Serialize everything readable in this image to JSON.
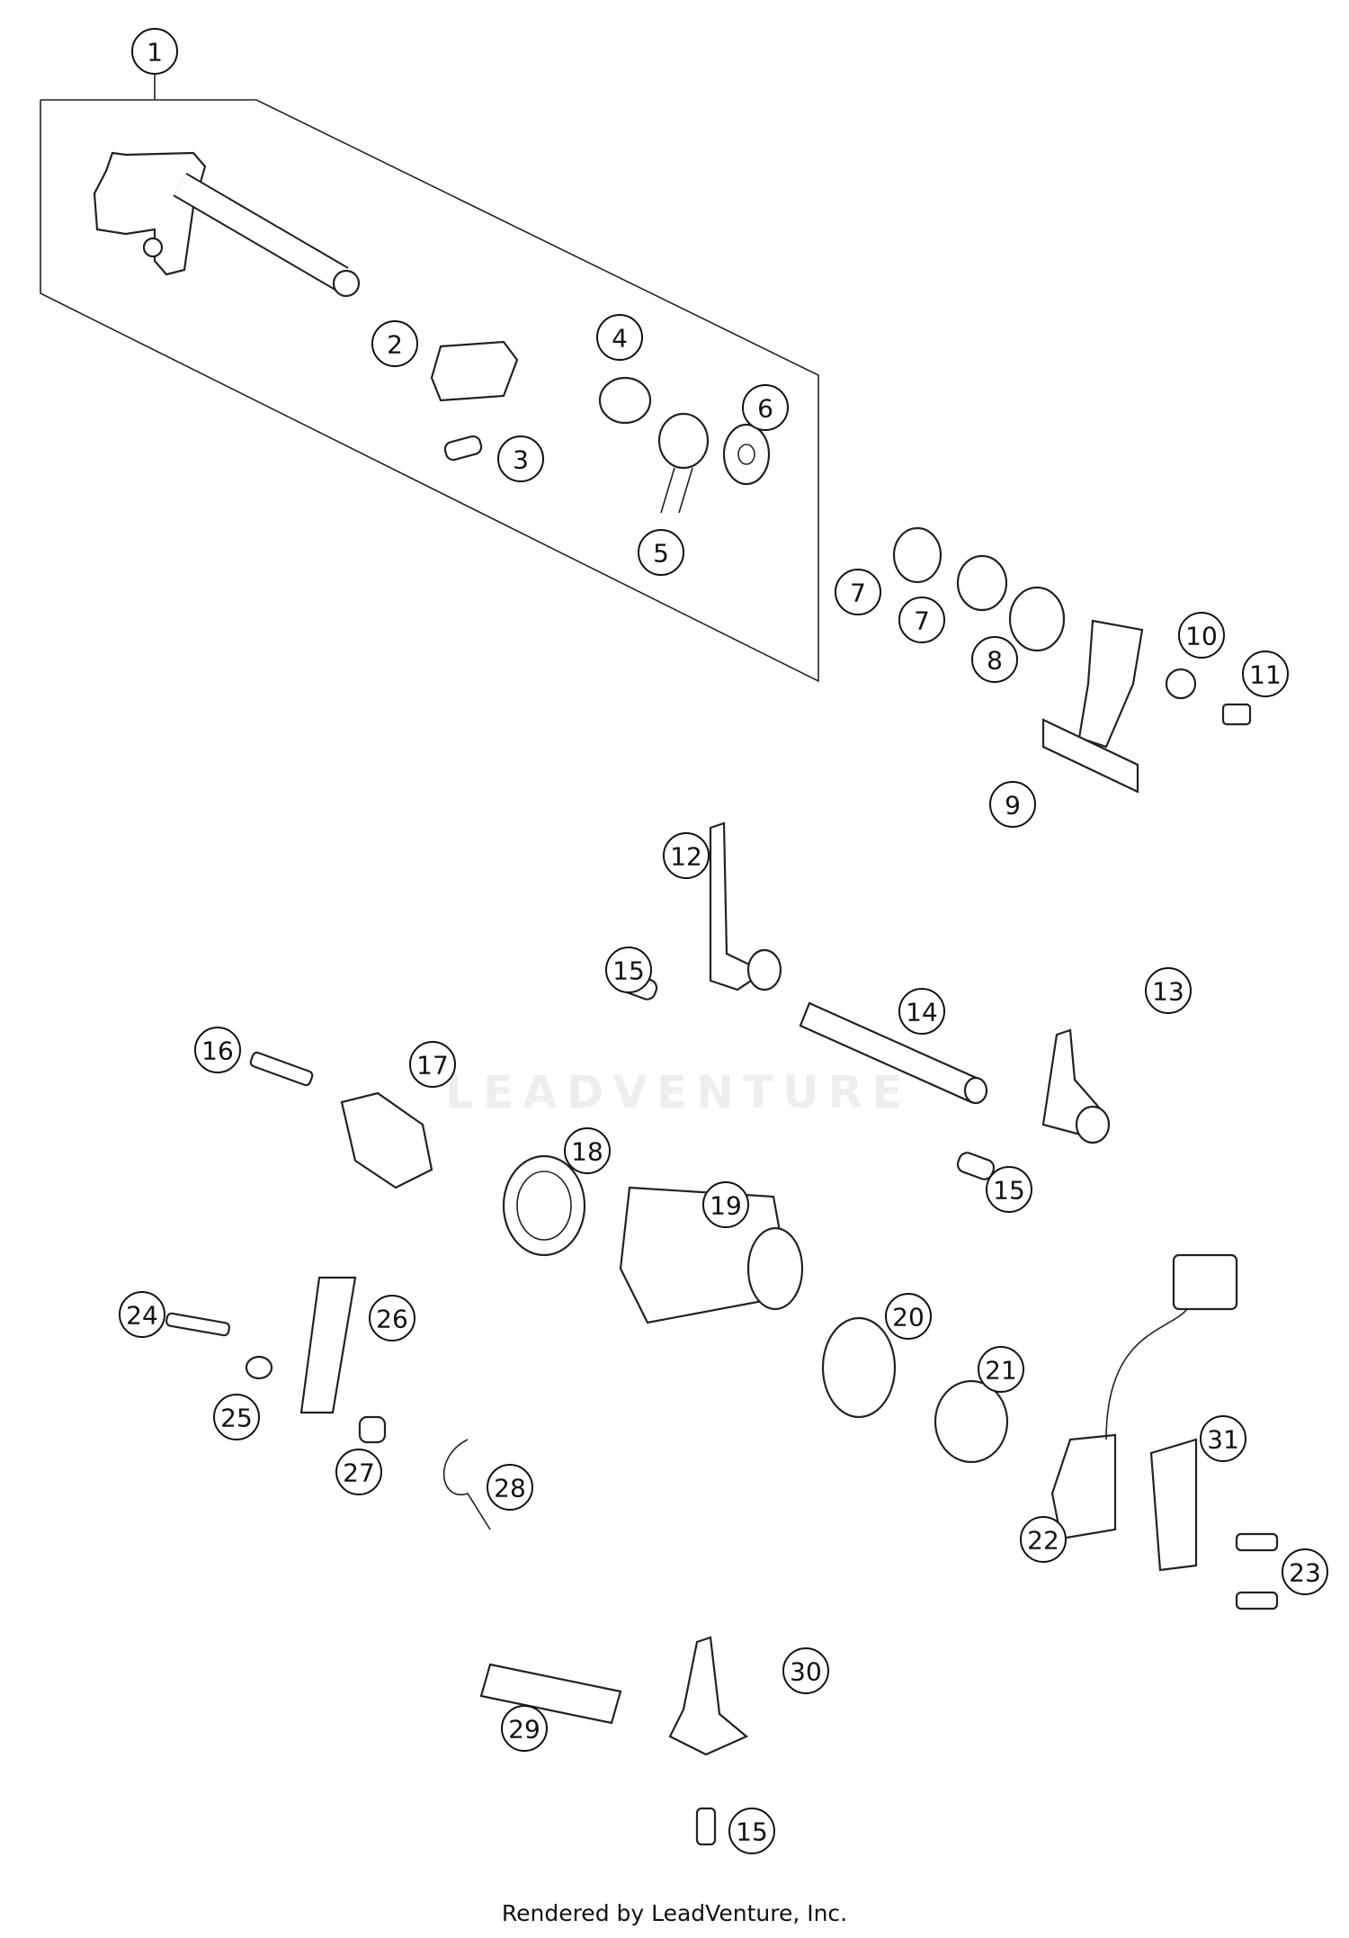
{
  "diagram": {
    "callouts": [
      "1",
      "2",
      "3",
      "4",
      "5",
      "6",
      "7",
      "7",
      "8",
      "9",
      "10",
      "11",
      "12",
      "13",
      "14",
      "15",
      "15",
      "15",
      "16",
      "17",
      "18",
      "19",
      "20",
      "21",
      "22",
      "23",
      "24",
      "25",
      "26",
      "27",
      "28",
      "29",
      "30",
      "31"
    ],
    "watermark": "LEADVENTURE",
    "footer": "Rendered by LeadVenture, Inc."
  }
}
